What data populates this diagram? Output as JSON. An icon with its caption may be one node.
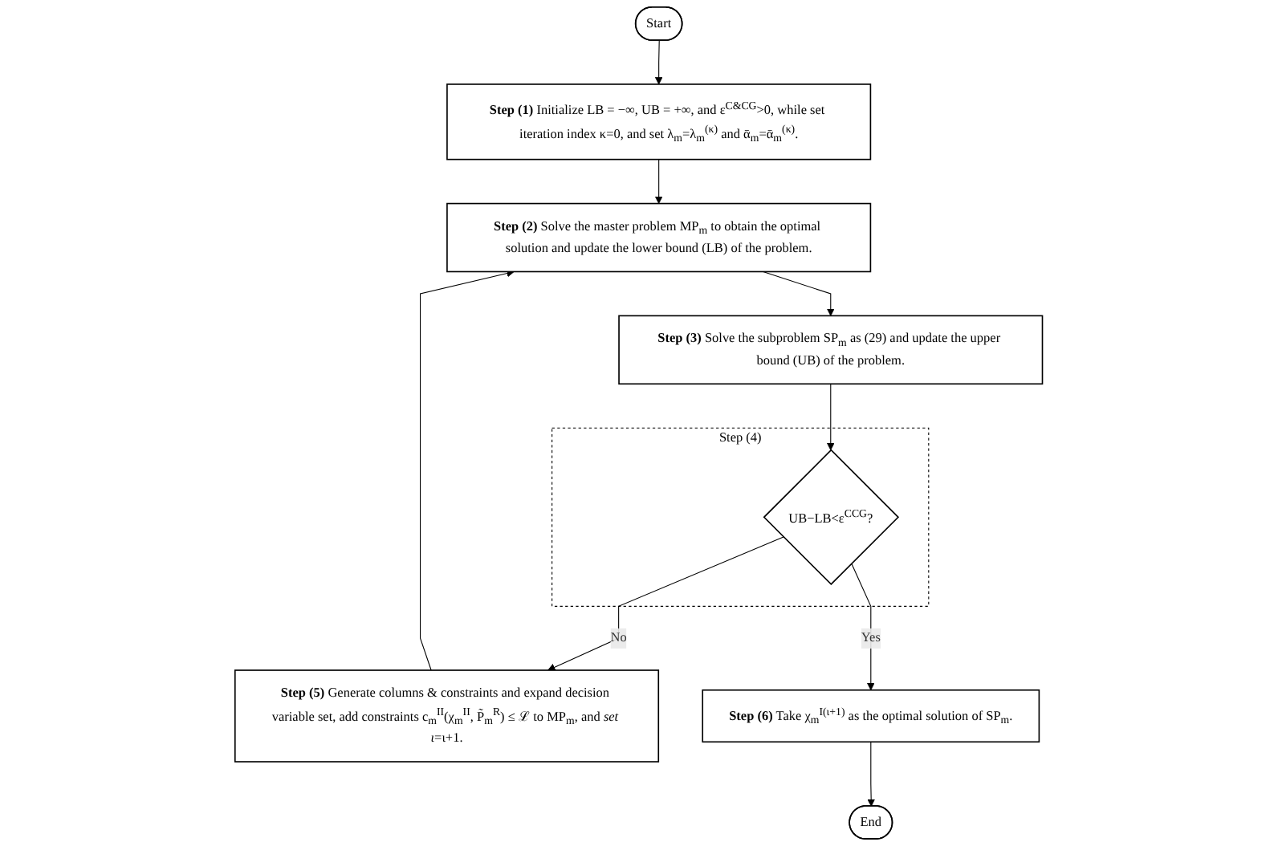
{
  "diagram": {
    "nodes": [
      {
        "text": [
          "Start"
        ]
      },
      {
        "text": [
          "**Step (1)** Initialize LB = −∞, UB = +∞, and ε$^{C&CG}$>0, while set iteration index κ=0, and set λ$_{m}$=λ$_{m}$$^{(κ)}$ and ᾱ$_{m}$=ᾱ$_{m}$$^{(κ)}$."
        ]
      },
      {
        "text": [
          "**Step (2)** Solve the master problem MP$_{m}$ to obtain the optimal solution and update the lower bound (LB) of the problem."
        ]
      },
      {
        "text": [
          "**Step (5)** Generate columns & constraints and expand decision variable set, add constraints c$_{m}$$^{II}$(χ$_{m}$$^{II}$, P̃$_{m}$$^{R}$) ≤ ℒ to MP$_{m}$, and *set ι*=ι+1."
        ]
      },
      {
        "text": [
          "**Step (3)** Solve the subproblem SP$_{m}$ as (29) and update the upper bound (UB) of the problem."
        ]
      },
      {
        "text": [
          "Step (4)"
        ]
      },
      {
        "text": [
          "UB−LB<ε$^{CCG}$?"
        ],
        "in": 5
      },
      {
        "text": [
          "**Step (6)** Take χ$_{m}$$^{I(ι+1)}$ as the optimal solution of SP$_{m}$."
        ]
      },
      {
        "text": [
          "End"
        ]
      }
    ],
    "edges": [
      {
        "from": 0,
        "to": 1,
        "arrow": "to"
      },
      {
        "from": 1,
        "to": 2,
        "arrow": "to"
      },
      {
        "from": 2,
        "to": 4,
        "arrow": "to"
      },
      {
        "from": 4,
        "to": 6,
        "arrow": "to"
      },
      {
        "from": 6,
        "to": 3,
        "arrow": "to",
        "label": "No"
      },
      {
        "from": 3,
        "to": 2,
        "arrow": "to"
      },
      {
        "from": 6,
        "to": 7,
        "arrow": "to",
        "label": "Yes"
      },
      {
        "from": 7,
        "to": 8,
        "arrow": "to"
      }
    ]
  }
}
